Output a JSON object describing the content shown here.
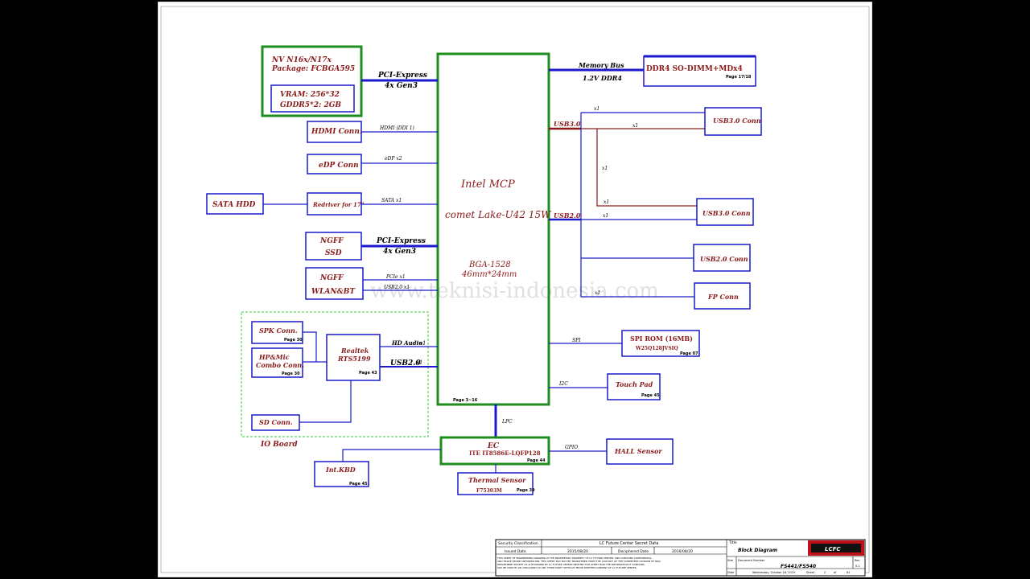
{
  "colors": {
    "wire": "#1a1acc",
    "box": "#1a1acc",
    "green": "#1e8c1e",
    "text": "#8b1a1a",
    "usb3": "#8b1a1a",
    "dashed": "#33cc33"
  },
  "cpu": {
    "title": "Intel  MCP",
    "subtitle": "comet Lake-U42 15W",
    "package": "BGA-1528",
    "size": "46mm*24mm",
    "page": "Page 3~16"
  },
  "gpu": {
    "name": "NV N16x/N17x",
    "package": "Package: FCBGA595",
    "vram1": "VRAM: 256*32",
    "vram2": "GDDR5*2: 2GB"
  },
  "pcie_gpu": {
    "label1": "PCI-Express",
    "label2": "4x Gen3"
  },
  "memory": {
    "bus": "Memory Bus",
    "type": "1.2V  DDR4",
    "box": "DDR4 SO-DIMM+MDx4",
    "page": "Page 17/18"
  },
  "hdmi": {
    "box": "HDMI Conn.",
    "link": "HDMI (DDI 1)"
  },
  "edp": {
    "box": "eDP Conn",
    "link": "eDP x2"
  },
  "sata": {
    "hdd": "SATA HDD",
    "redriver": "Redriver for 17\"",
    "link": "SATA x1"
  },
  "ssd": {
    "line1": "NGFF",
    "line2": "SSD",
    "link1": "PCI-Express",
    "link2": "4x Gen3"
  },
  "wlan": {
    "line1": "NGFF",
    "line2": "WLAN&BT",
    "link1": "PCIe x1",
    "link2": "USB2.0 x1"
  },
  "io_board": {
    "label": "IO Board",
    "spk": "SPK Conn.",
    "spk_page": "Page 30",
    "hpmic1": "HP&Mic",
    "hpmic2": "Combo Conn.",
    "hpmic_page": "Page 30",
    "sd": "SD Conn.",
    "realtek1": "Realtek",
    "realtek2": "RTS5199",
    "realtek_page": "Page 43",
    "hda": "HD Audio",
    "hda_x": "x1",
    "usb2": "USB2.0",
    "usb2_x": "x1"
  },
  "usb30": {
    "label": "USB3.0",
    "conn1": "USB3.0 Conn",
    "conn2": "USB3.0 Conn",
    "x1a": "x1",
    "x1b": "x1",
    "x1c": "x1",
    "x1d": "x1"
  },
  "usb20": {
    "label": "USB2.0",
    "x1a": "x1",
    "x1b": "x1",
    "conn": "USB2.0 Conn",
    "fp": "FP Conn"
  },
  "spi": {
    "link": "SPI",
    "box": "SPI ROM (16MB)",
    "part": "W25Q128JVSIQ",
    "page": "Page 07"
  },
  "i2c": {
    "link": "I2C",
    "box": "Touch Pad",
    "page": "Page 45"
  },
  "lpc": {
    "link": "LPC"
  },
  "ec": {
    "name": "EC",
    "part": "ITE IT8586E-LQFP128",
    "page": "Page 44"
  },
  "gpio": {
    "link": "GPIO",
    "box": "HALL Sensor"
  },
  "kbd": {
    "box": "Int.KBD",
    "page": "Page 45"
  },
  "thermal": {
    "box": "Thermal Sensor",
    "part": "F75303M",
    "page": "Page 39"
  },
  "watermark": "www.teknisi-indonesia.com",
  "title_block": {
    "security": "Security Classification",
    "company": "LC Future Center Secret Data",
    "issued_label": "Issued Date",
    "issued": "2015/08/20",
    "deciphered_label": "Deciphered Date",
    "deciphered": "2016/08/20",
    "disclaimer1": "THIS SHEET OF ENGINEERING DRAWING IS THE PROPRIETARY PROPERTY OF LC FUTURE CENTER. AND CONTAINS CONFIDENTIAL",
    "disclaimer2": "AND TRADE SECRET INFORMATION. THIS SHEET MAY NOT BE TRANSFERED FROM THE CUSTODY OF THE COMPETENT DIVISION OF R&D",
    "disclaimer3": "DEPARTMENT EXCEPT AS AUTHORIZED BY LC FUTURE CENTER NEITHER THIS SHEET NOR THE INFORMATION IT CONTAINS",
    "disclaimer4": "MAY BE USED BY OR DISCLOSED TO ANY THIRD PARTY WITHOUT PRIOR WRITTEN CONSENT OF LC FUTURE CENTER.",
    "title_label": "Title",
    "title": "Block Diagram",
    "size_label": "Size",
    "doc_label": "Document Number",
    "doc": "FS441/FS540",
    "rev_label": "Rev",
    "rev": "0.1",
    "date_label": "Date",
    "date": "Wednesday, October 16, 2019",
    "sheet_label": "Sheet",
    "sheet": "2",
    "of_label": "of",
    "of": "61",
    "logo": "LCFC"
  }
}
